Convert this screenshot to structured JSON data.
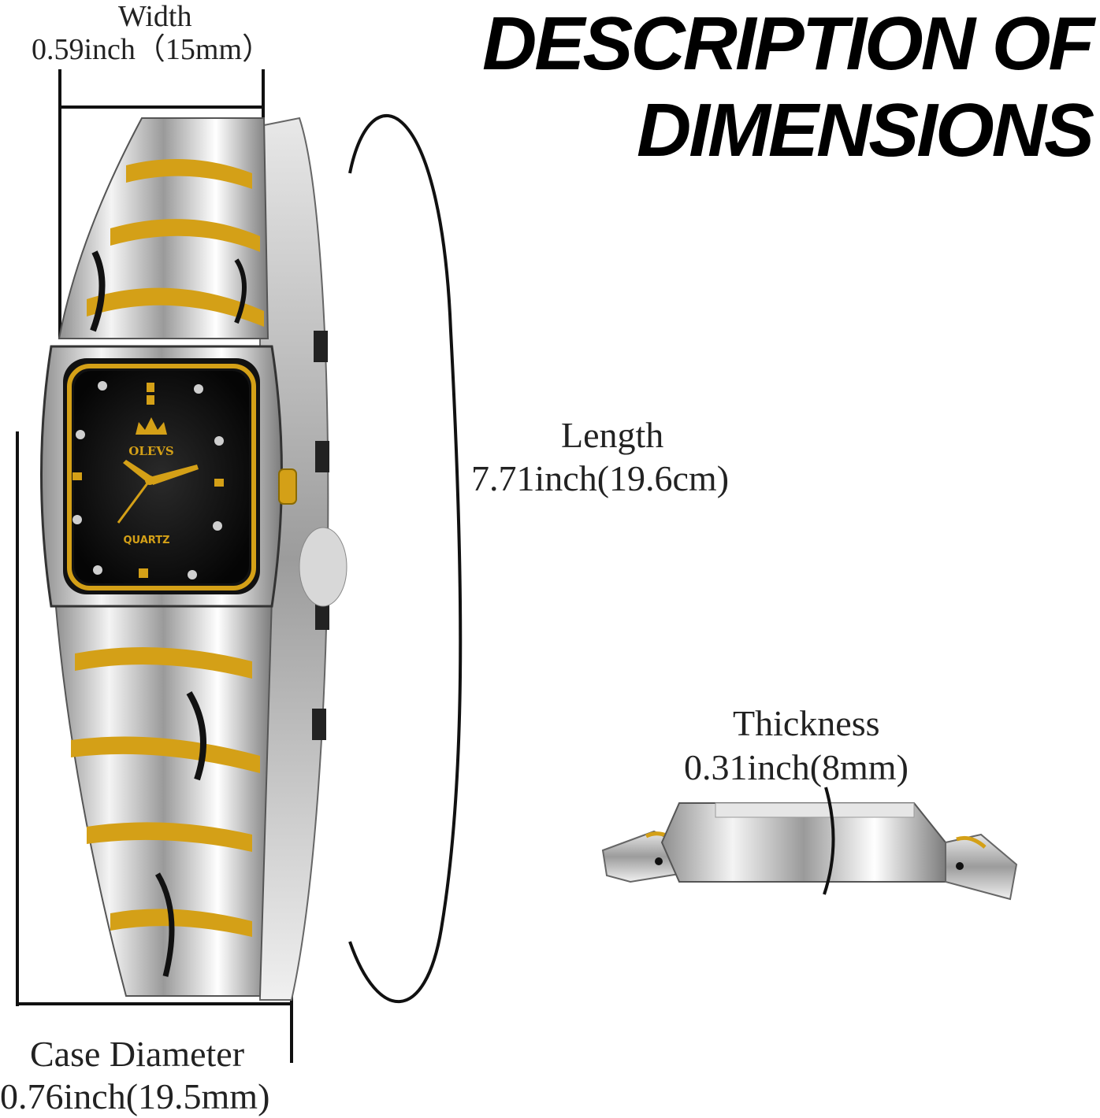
{
  "title": {
    "line1": "DESCRIPTION OF",
    "line2": "DIMENSIONS"
  },
  "width": {
    "label": "Width",
    "value": "0.59inch（15mm）"
  },
  "length": {
    "label": "Length",
    "value": "7.71inch(19.6cm)"
  },
  "thickness": {
    "label": "Thickness",
    "value": "0.31inch(8mm)"
  },
  "case_diameter": {
    "label": "Case Diameter",
    "value": "0.76inch(19.5mm)"
  },
  "dial": {
    "brand": "OLEVS",
    "text": "QUARTZ"
  },
  "colors": {
    "gold": "#d4a017",
    "silver": "#c9c9c9",
    "black": "#111111"
  }
}
